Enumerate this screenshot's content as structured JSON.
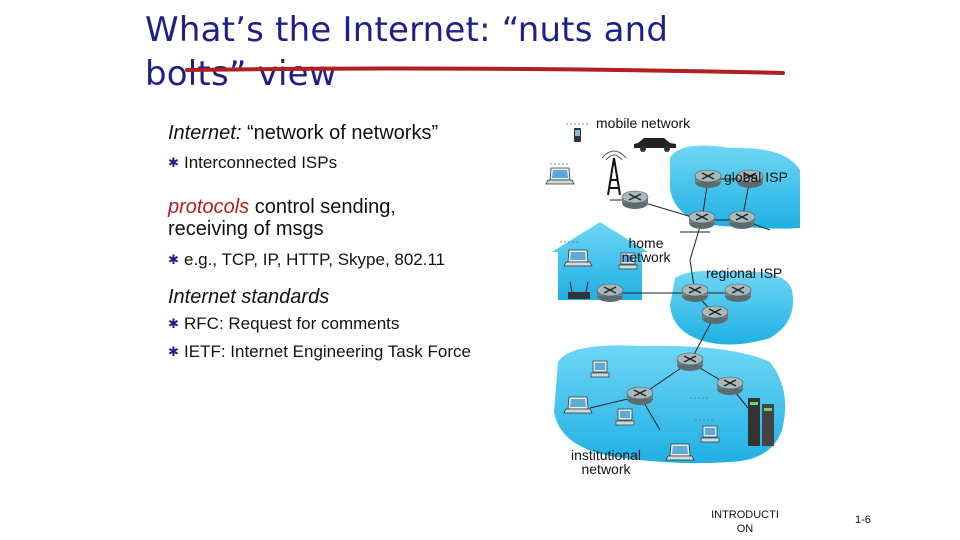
{
  "slide": {
    "title_line1": "What’s the Internet: “nuts and",
    "title_line2": "bolts” view",
    "bullets": {
      "b1_prefix": "Internet: ",
      "b1_text": "“network of networks”",
      "b1_sub": "Interconnected ISPs",
      "b2_red": "protocols",
      "b2_line1_rest": " control sending,",
      "b2_line2": "receiving of msgs",
      "b2_sub": "e.g., TCP, IP, HTTP, Skype, 802.11",
      "b3_text": "Internet standards",
      "b3_sub1": "RFC: Request for comments",
      "b3_sub2": "IETF: Internet Engineering Task Force"
    },
    "diagram_labels": {
      "mobile": "mobile network",
      "global": "global ISP",
      "home_1": "home",
      "home_2": "network",
      "regional": "regional ISP",
      "inst_1": "institutional",
      "inst_2": "network"
    },
    "footer_section_1": "INTRODUCTI",
    "footer_section_2": "ON",
    "page_number": "1-6",
    "colors": {
      "title": "#1f1f8a",
      "accent_red": "#b0201e",
      "network_blue": "#1fb8e8",
      "router": "#7a8a8c"
    }
  }
}
